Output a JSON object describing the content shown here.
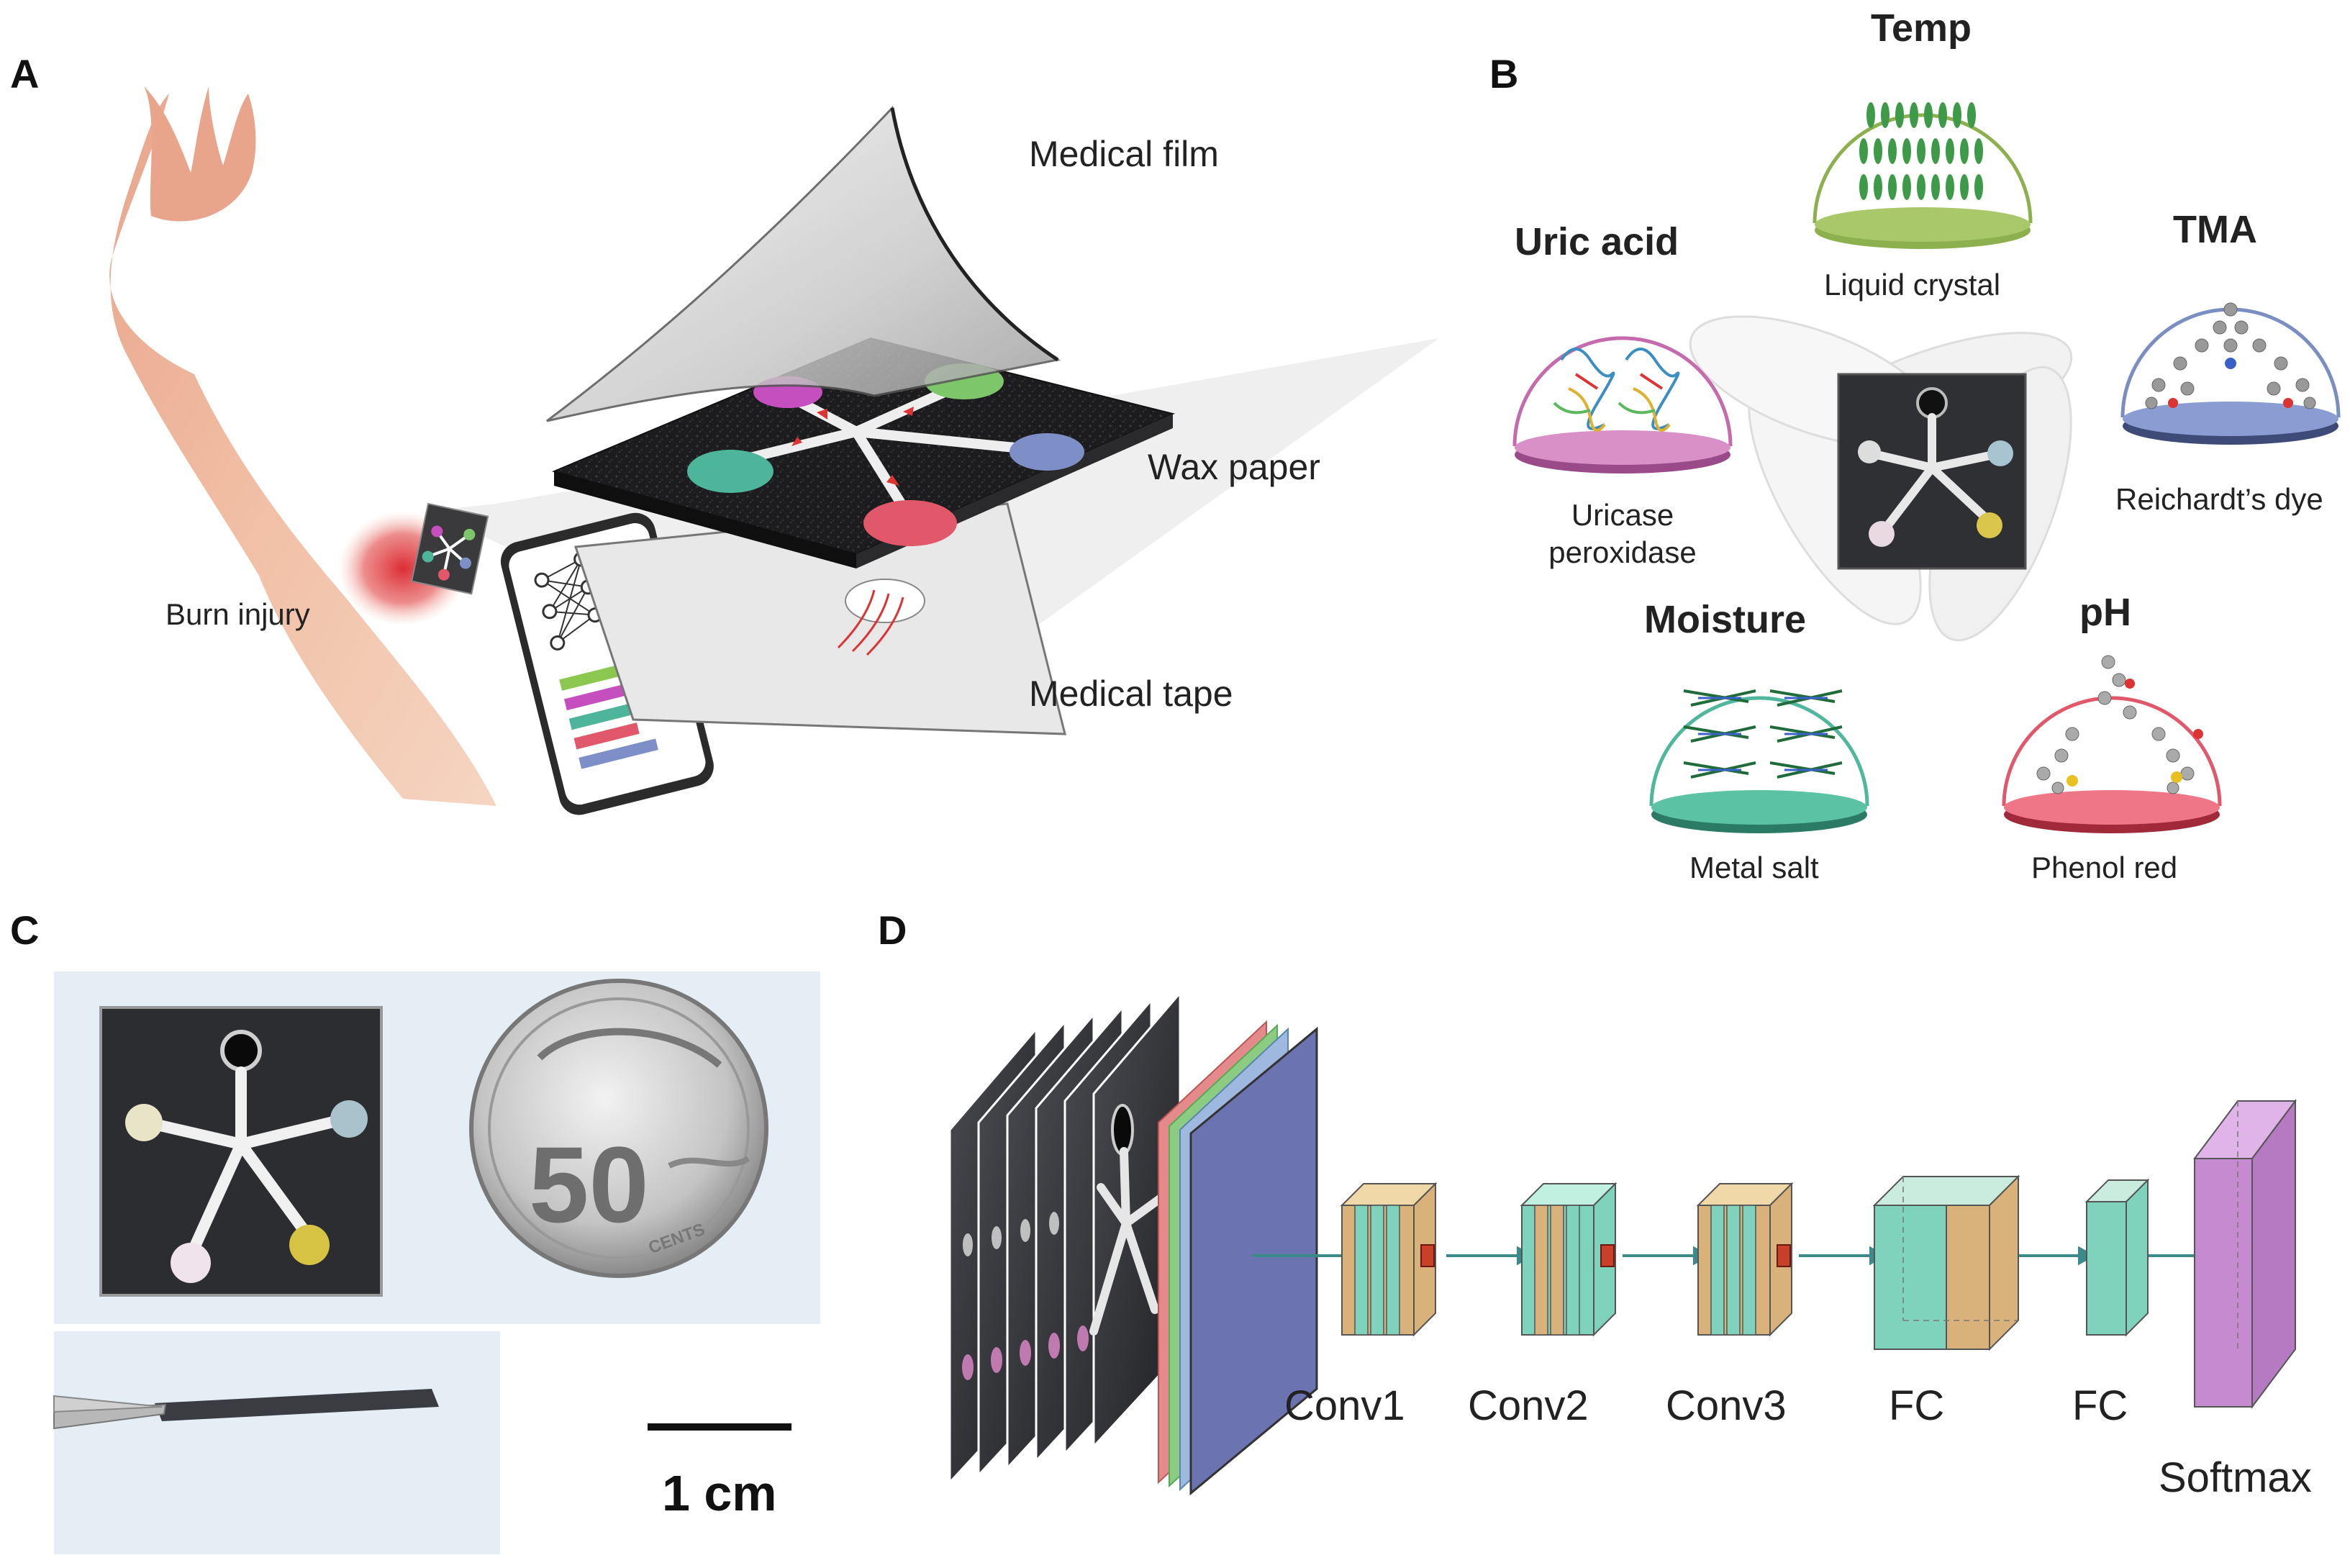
{
  "panels": {
    "a": "A",
    "b": "B",
    "c": "C",
    "d": "D"
  },
  "panel_a": {
    "layers": {
      "film": "Medical film",
      "wax": "Wax paper",
      "tape": "Medical tape"
    },
    "burn_label": "Burn injury"
  },
  "panel_b": {
    "sensors": {
      "temp": {
        "title": "Temp",
        "reagent": "Liquid crystal",
        "color": "#8db04e"
      },
      "uric": {
        "title": "Uric acid",
        "reagent_line1": "Uricase",
        "reagent_line2": "peroxidase",
        "color": "#c56aac"
      },
      "tma": {
        "title": "TMA",
        "reagent": "Reichardt’s dye",
        "color": "#7a8ec2"
      },
      "moisture": {
        "title": "Moisture",
        "reagent": "Metal salt",
        "color": "#4fb79b"
      },
      "ph": {
        "title": "pH",
        "reagent": "Phenol red",
        "color": "#e0586a"
      }
    }
  },
  "panel_c": {
    "scale_bar": "1 cm",
    "coin_value": "50",
    "coin_text": "CENTS"
  },
  "panel_d": {
    "layers": [
      "Conv1",
      "Conv2",
      "Conv3",
      "FC",
      "FC",
      "Softmax"
    ]
  },
  "colors": {
    "spot_green": "#7ec66a",
    "spot_magenta": "#c64fc0",
    "spot_blue": "#7d8fc6",
    "spot_teal": "#4db59a",
    "spot_red": "#e0586a",
    "cnn_teal": "#7fd3bd",
    "cnn_tan": "#d8b27a",
    "cnn_purple": "#c58ad0",
    "cnn_navy": "#6b73b0"
  }
}
